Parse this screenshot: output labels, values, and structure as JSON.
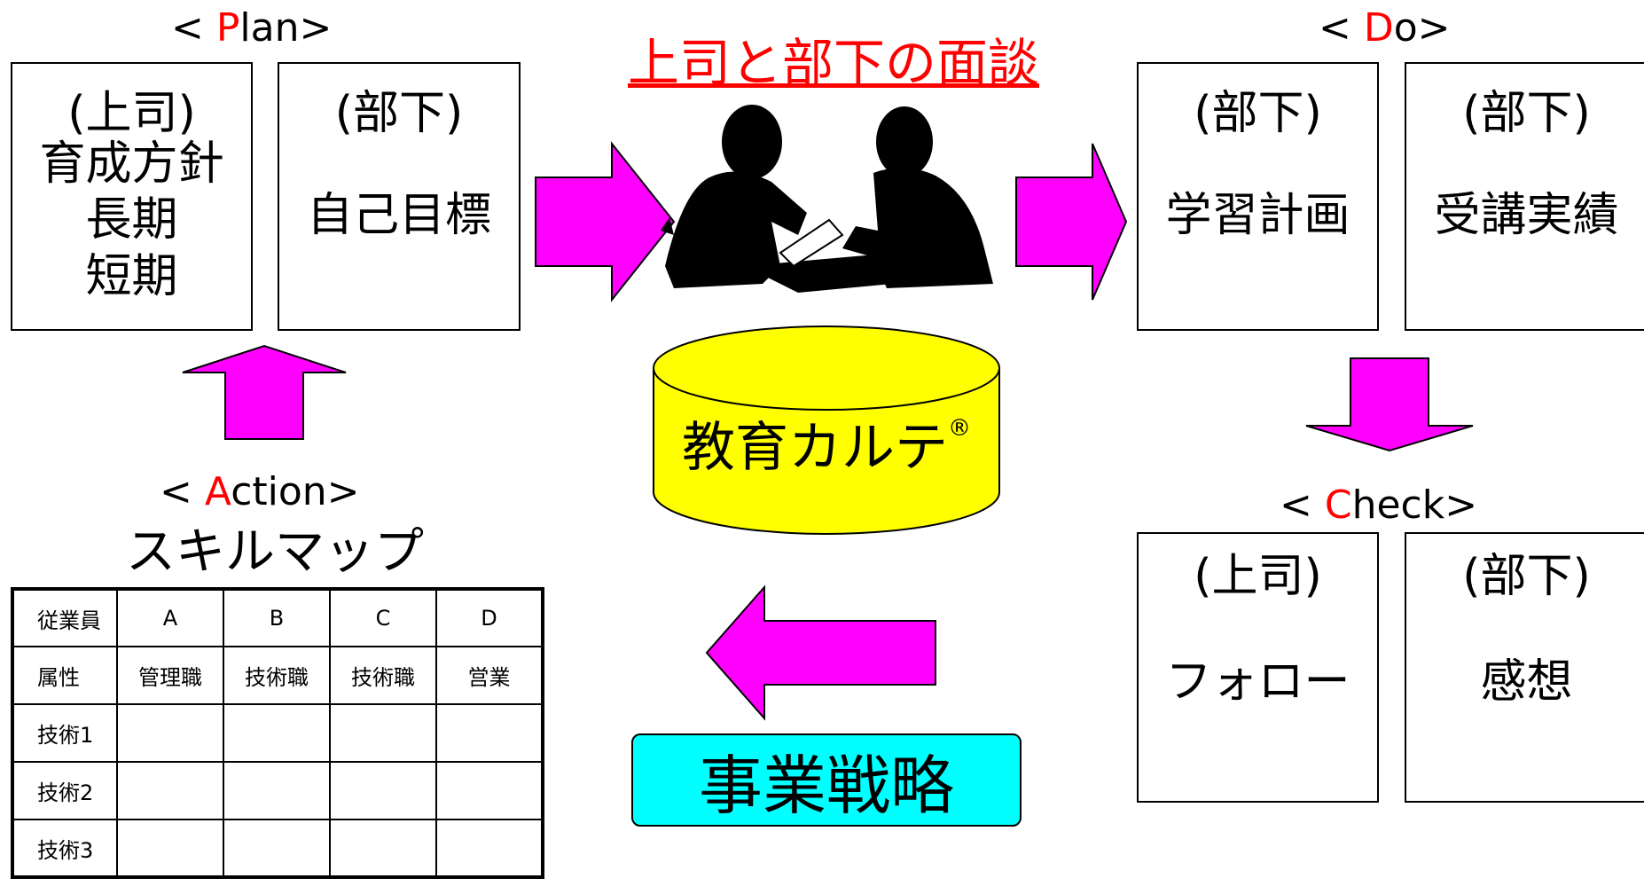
{
  "title": "上司と部下の面談",
  "plan": {
    "label_prefix": "< ",
    "label_letter": "P",
    "label_rest": "lan>",
    "box1": {
      "role": "(上司)",
      "lines": [
        "育成方針",
        "長期",
        "短期"
      ]
    },
    "box2": {
      "role": "(部下)",
      "lines": [
        "自己目標"
      ]
    }
  },
  "do": {
    "label_prefix": "< ",
    "label_letter": "D",
    "label_rest": "o>",
    "box1": {
      "role": "(部下)",
      "lines": [
        "学習計画"
      ]
    },
    "box2": {
      "role": "(部下)",
      "lines": [
        "受講実績"
      ]
    }
  },
  "check": {
    "label_prefix": "< ",
    "label_letter": "C",
    "label_rest": "heck>",
    "box1": {
      "role": "(上司)",
      "lines": [
        "フォロー"
      ]
    },
    "box2": {
      "role": "(部下)",
      "lines": [
        "感想"
      ]
    }
  },
  "action": {
    "label_prefix": "< ",
    "label_letter": "A",
    "label_rest": "ction>",
    "skillmap_title": "スキルマップ",
    "table": [
      [
        "従業員",
        "A",
        "B",
        "C",
        "D"
      ],
      [
        "属性",
        "管理職",
        "技術職",
        "技術職",
        "営業"
      ],
      [
        "技術1",
        "",
        "",
        "",
        ""
      ],
      [
        "技術2",
        "",
        "",
        "",
        ""
      ],
      [
        "技術3",
        "",
        "",
        "",
        ""
      ]
    ]
  },
  "karte": {
    "label": "教育カルテ",
    "mark": "®"
  },
  "strategy": "事業戦略",
  "colors": {
    "arrow": "#ff00ff",
    "cylinder": "#ffff00",
    "strategy": "#00ffff",
    "accent": "#ff0000"
  },
  "icons": {
    "meeting": "business-meeting-silhouette-icon"
  }
}
